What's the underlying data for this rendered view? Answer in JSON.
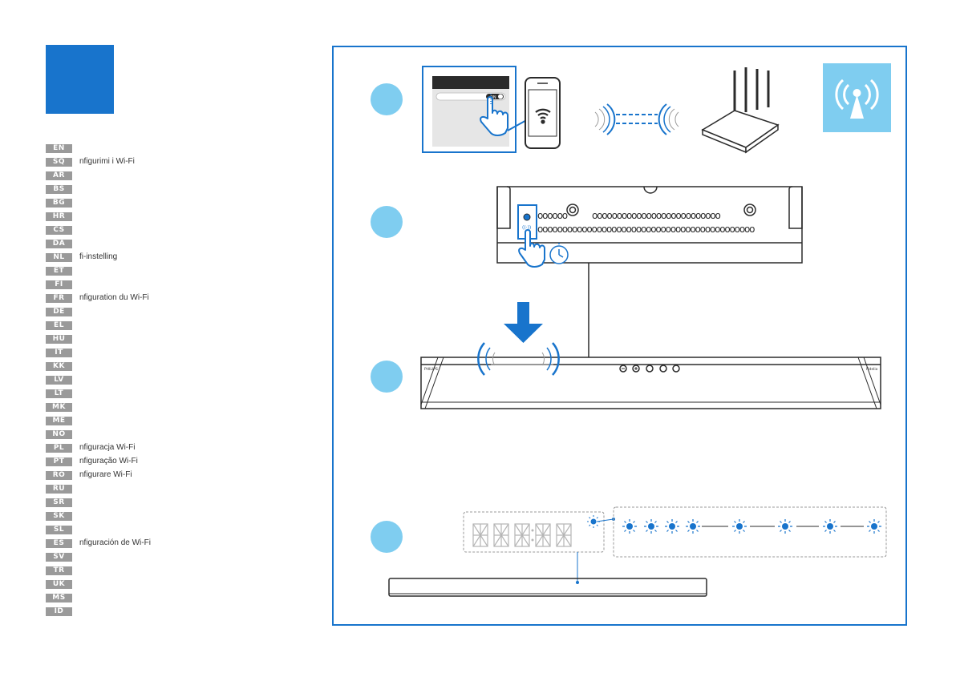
{
  "languages": [
    {
      "code": "EN",
      "text": ""
    },
    {
      "code": "SQ",
      "text": "nfigurimi i Wi-Fi"
    },
    {
      "code": "AR",
      "text": ""
    },
    {
      "code": "BS",
      "text": ""
    },
    {
      "code": "BG",
      "text": ""
    },
    {
      "code": "HR",
      "text": ""
    },
    {
      "code": "CS",
      "text": ""
    },
    {
      "code": "DA",
      "text": ""
    },
    {
      "code": "NL",
      "text": "fi-instelling"
    },
    {
      "code": "ET",
      "text": ""
    },
    {
      "code": "FI",
      "text": ""
    },
    {
      "code": "FR",
      "text": "nfiguration du Wi-Fi"
    },
    {
      "code": "DE",
      "text": ""
    },
    {
      "code": "EL",
      "text": ""
    },
    {
      "code": "HU",
      "text": ""
    },
    {
      "code": "IT",
      "text": ""
    },
    {
      "code": "KK",
      "text": ""
    },
    {
      "code": "LV",
      "text": ""
    },
    {
      "code": "LT",
      "text": ""
    },
    {
      "code": "MK",
      "text": ""
    },
    {
      "code": "ME",
      "text": ""
    },
    {
      "code": "NO",
      "text": ""
    },
    {
      "code": "PL",
      "text": "nfiguracja Wi-Fi"
    },
    {
      "code": "PT",
      "text": "nfiguração Wi-Fi"
    },
    {
      "code": "RO",
      "text": "nfigurare Wi-Fi"
    },
    {
      "code": "RU",
      "text": ""
    },
    {
      "code": "SR",
      "text": ""
    },
    {
      "code": "SK",
      "text": ""
    },
    {
      "code": "SL",
      "text": ""
    },
    {
      "code": "ES",
      "text": "nfiguración de Wi-Fi"
    },
    {
      "code": "SV",
      "text": ""
    },
    {
      "code": "TR",
      "text": ""
    },
    {
      "code": "UK",
      "text": ""
    },
    {
      "code": "MS",
      "text": ""
    },
    {
      "code": "ID",
      "text": ""
    }
  ],
  "phone_toggle_label": "ON",
  "soundbar_brand_left": "PHILIPS",
  "soundbar_brand_right": "Fidelio",
  "colors": {
    "brand_blue": "#1874cc",
    "step_circle": "#7fcdf0",
    "wifi_badge": "#7fcdf0",
    "panel_gray": "#e6e6e6"
  },
  "icons": [
    "wifi-icon",
    "router-icon",
    "wireless-tower-icon",
    "hand-pointer-icon",
    "timer-icon",
    "down-arrow-icon",
    "blink-led-icon"
  ],
  "led_sequence_count": 8
}
